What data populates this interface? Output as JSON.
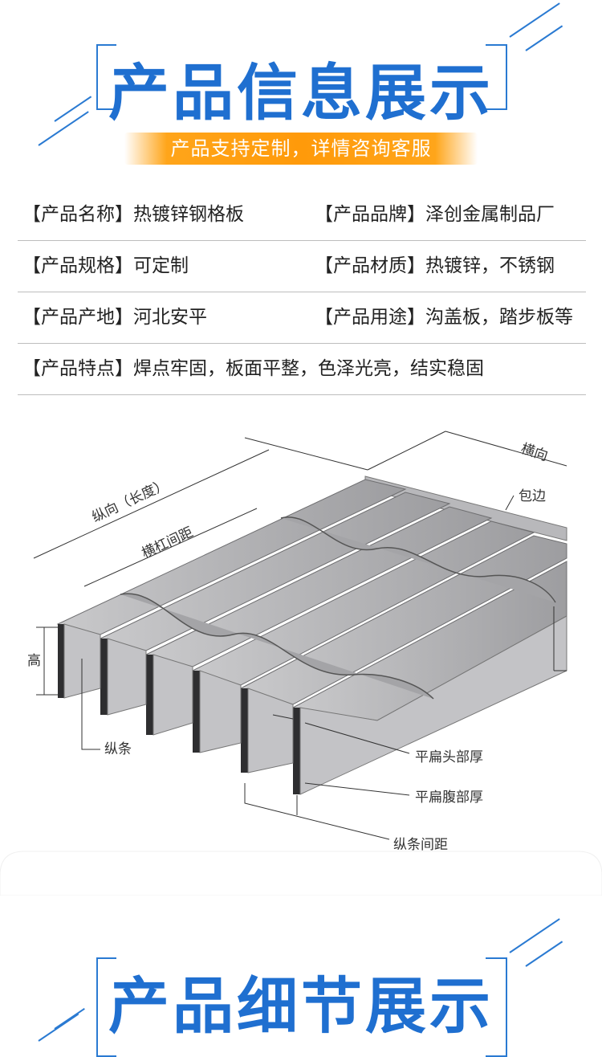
{
  "section1": {
    "title": "产品信息展示",
    "subtitle": "产品支持定制，详情咨询客服"
  },
  "info": {
    "rows": [
      {
        "c1": "【产品名称】热镀锌钢格板",
        "c2": "【产品品牌】泽创金属制品厂"
      },
      {
        "c1": "【产品规格】可定制",
        "c2": "【产品材质】热镀锌，不锈钢"
      },
      {
        "c1": "【产品产地】河北安平",
        "c2": "【产品用途】沟盖板，踏步板等"
      },
      {
        "c1": "【产品特点】焊点牢固，板面平整，色泽光亮，结实稳固",
        "c2": ""
      }
    ]
  },
  "diagram": {
    "labels": {
      "horizontal": "横向",
      "longitudinal": "纵向（长度）",
      "edge": "包边",
      "crossbar_spacing": "横杠间距",
      "height": "高",
      "bearing_bar": "纵条",
      "head_thickness": "平扁头部厚",
      "web_thickness": "平扁腹部厚",
      "bar_spacing": "纵条间距"
    }
  },
  "section2": {
    "title": "产品细节展示"
  },
  "colors": {
    "accent_blue": "#1f6fd0",
    "banner_orange": "#ff9a0a",
    "steel_grey": "#a8a8aa"
  }
}
